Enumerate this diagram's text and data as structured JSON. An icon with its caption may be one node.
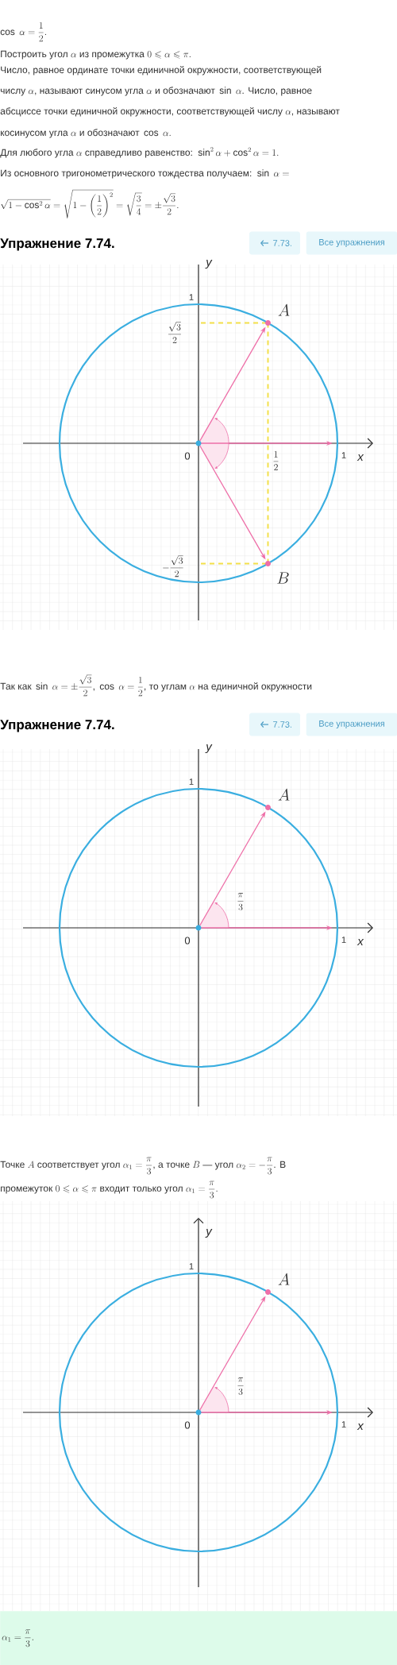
{
  "diagram": {
    "nodes": [
      {
        "text": [
          "\\alpha_1=\\frac{\\pi}{3}."
        ]
      }
    ],
    "labels": [
      "\\cos\\ \\alpha=\\frac{1}{2}.",
      "\\text{Построить угол }\\alpha\\text{ из промежутка }0\\leqslant\\alpha\\leqslant\\pi.",
      "Число, равное ординате точки единичной окружности, соответствующей",
      "\\text{числу }\\alpha\\text{, называют синусом угла }\\alpha\\text{ и обозначают }\\sin\\ \\alpha\\text{. Число, равное}",
      "\\text{абсциссе точки единичной окружности, соответствующей числу }\\alpha\\text{, называют}",
      "\\text{косинусом угла }\\alpha\\text{ и обозначают }\\cos\\ \\alpha.",
      "\\text{Для любого угла }\\alpha\\text{ справедливо равенство: }\\sin^2\\alpha+\\cos^2\\alpha=1.",
      "\\text{Из основного тригонометрического тождества получаем: }\\sin\\ \\alpha=",
      "\\sqrt{1-\\cos^2\\alpha}=\\sqrt{1-\\left(\\frac{1}{2}\\right)^2}=\\sqrt{\\frac{3}{4}}=\\pm\\frac{\\sqrt{3}}{2}.",
      "Упражнение 7.74.",
      "7.73.",
      "Все упражнения",
      "y",
      "1",
      "A",
      "\\frac{\\sqrt{3}}{2}",
      "0",
      "\\frac{1}{2}",
      "1",
      "x",
      "-\\frac{\\sqrt{3}}{2}",
      "B",
      "\\text{Так как }\\sin\\ \\alpha=\\pm\\frac{\\sqrt{3}}{2}\\text{, }\\cos\\ \\alpha=\\frac{1}{2}\\text{, то углам }\\alpha\\text{ на единичной окружности}",
      "Упражнение 7.74.",
      "7.73.",
      "Все упражнения",
      "y",
      "1",
      "A",
      "\\frac{\\pi}{3}",
      "0",
      "1",
      "x",
      "\\text{Точке }A\\text{ соответствует угол }\\alpha_1=\\frac{\\pi}{3}\\text{, а точке }B\\text{ — угол }\\alpha_2=-\\frac{\\pi}{3}\\text{. В}",
      "\\text{промежуток }0\\leqslant\\alpha\\leqslant\\pi\\text{ входит только угол }\\alpha_1=\\frac{\\pi}{3}.",
      "y",
      "1",
      "A",
      "\\frac{\\pi}{3}",
      "0",
      "1",
      "x"
    ]
  }
}
